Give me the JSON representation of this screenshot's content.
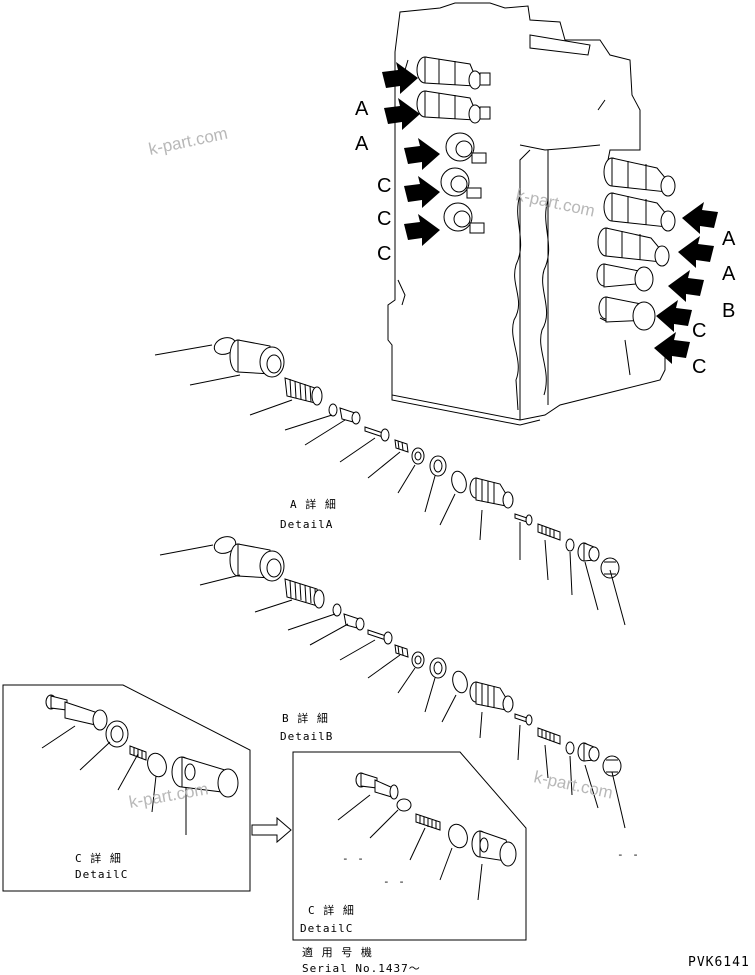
{
  "labels": {
    "left_arrows": [
      "A",
      "A",
      "C",
      "C",
      "C"
    ],
    "right_arrows": [
      "A",
      "A",
      "B",
      "C",
      "C"
    ]
  },
  "details": {
    "a_jp": "A 詳 細",
    "a_en": "DetailA",
    "b_jp": "B 詳 細",
    "b_en": "DetailB",
    "c1_jp": "C 詳 細",
    "c1_en": "DetailC",
    "c2_jp": "C 詳 細",
    "c2_en": "DetailC"
  },
  "serial": {
    "jp": "適 用 号 機",
    "en": "Serial No.1437～"
  },
  "dashes": {
    "c2_a": "- -",
    "c2_b": "- -",
    "right": "- -"
  },
  "watermarks": [
    "k-part.com",
    "k-part.com",
    "k-part.com",
    "k-part.com"
  ],
  "figure_code": "PVK6141"
}
